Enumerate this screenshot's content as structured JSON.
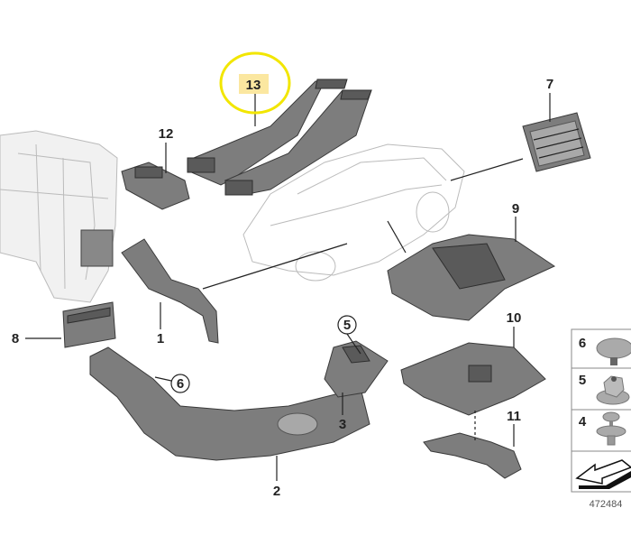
{
  "diagram": {
    "highlight_color": "#f2e600",
    "highlight_box_color": "#fbe7a0",
    "callouts": {
      "p13": "13",
      "p12": "12",
      "p7": "7",
      "p9": "9",
      "p8": "8",
      "p1": "1",
      "p5": "5",
      "p6": "6",
      "p10": "10",
      "p3": "3",
      "p11": "11",
      "p2": "2"
    },
    "legend": {
      "rows": [
        {
          "number": "6",
          "icon": "plastic-rivet-icon"
        },
        {
          "number": "5",
          "icon": "hex-nut-icon"
        },
        {
          "number": "4",
          "icon": "expanding-rivet-icon"
        }
      ],
      "arrow_icon": "direction-arrow-icon",
      "diagram_number": "472484"
    }
  }
}
